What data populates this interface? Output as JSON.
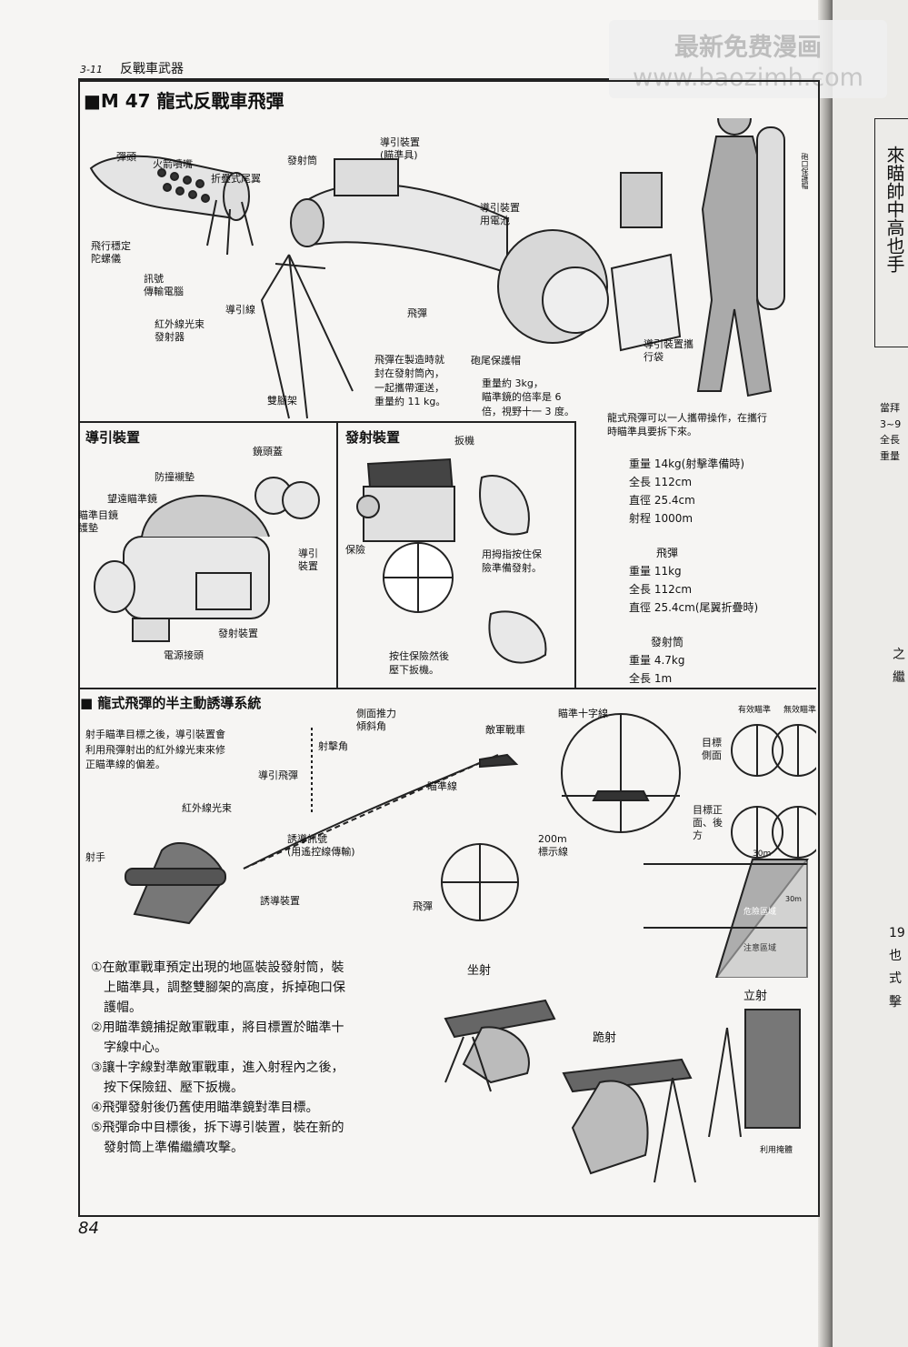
{
  "header": {
    "chapter": "3-11",
    "chapter_title": "反戰車武器"
  },
  "title": "■M 47 龍式反戰車飛彈",
  "watermark": {
    "line1": "最新免费漫画",
    "line2": "www.baozimh.com"
  },
  "top_labels": {
    "warhead": "彈頭",
    "rocket_nozzle": "火箭噴嘴",
    "folding_fin": "折疊式尾翼",
    "launcher": "發射筒",
    "guidance_unit": "導引裝置\n(瞄準具)",
    "guidance_battery": "導引裝置\n用電池",
    "gyro": "飛行穩定\n陀螺儀",
    "signal_computer": "訊號\n傳輸電腦",
    "guide_wire": "導引線",
    "ir_emitter": "紅外線光束\n發射器",
    "missile": "飛彈",
    "bipod": "雙腳架",
    "sealed_note": "飛彈在製造時就\n封在發射筒內，\n一起攜帶運送，\n重量約 11 kg。",
    "rear_cap": "砲尾保護帽",
    "weight_note": "重量約 3kg，\n瞄準鏡的倍率是 6\n倍，視野十一 3 度。",
    "carry_bag": "導引裝置攜\n行袋",
    "muzzle_cap": "砲口保護帽",
    "soldier_note": "龍式飛彈可以一人攜帶操作，在攜行\n時瞄準具要拆下來。"
  },
  "guidance_section": {
    "heading": "導引裝置",
    "labels": {
      "lens_cap": "鏡頭蓋",
      "shock_pad": "防撞襯墊",
      "telescope": "望遠瞄準鏡",
      "eyepiece": "瞄準目鏡\n護墊",
      "guide": "導引\n裝置",
      "fire_unit": "發射裝置",
      "power": "電源接頭"
    }
  },
  "firing_section": {
    "heading": "發射裝置",
    "labels": {
      "trigger": "扳機",
      "safety": "保險",
      "thumb_note": "用拇指按住保\n險準備發射。",
      "press_note": "按住保險然後\n壓下扳機。"
    }
  },
  "specs": {
    "whole": [
      "重量  14kg(射擊準備時)",
      "全長  112cm",
      "直徑  25.4cm",
      "射程  1000m"
    ],
    "missile_title": "飛彈",
    "missile": [
      "重量  11kg",
      "全長  112cm",
      "直徑  25.4cm(尾翼折疊時)"
    ],
    "launcher_title": "發射筒",
    "launcher": [
      "重量  4.7kg",
      "全長  1m"
    ]
  },
  "saclos_section": {
    "heading": "■ 龍式飛彈的半主動誘導系統",
    "intro": "射手瞄準目標之後，導引裝置會\n利用飛彈射出的紅外線光束來修\n正瞄準線的偏差。",
    "labels": {
      "elevation": "射擊角",
      "side_thrust": "側面推力\n傾斜角",
      "enemy_tank": "敵軍戰車",
      "reticle": "瞄準十字線",
      "eff_aim": "有效瞄準",
      "misaim": "無效瞄準",
      "guided_missile": "導引飛彈",
      "sight_line": "瞄準線",
      "ir_beam": "紅外線光束",
      "guide_signal": "誘導訊號\n(用遙控線傳輸)",
      "target_side": "目標\n側面",
      "target_front": "目標正\n面、後\n方",
      "gunner": "射手",
      "guide_unit": "誘導裝置",
      "marker_200m": "200m\n標示線",
      "missile": "飛彈",
      "dim_30m": "30m",
      "dim_30m_v": "30m",
      "danger": "危險區域",
      "caution": "注意區域"
    }
  },
  "steps": [
    "①在敵軍戰車預定出現的地區裝設發射筒，裝\n　上瞄準具，調整雙腳架的高度，拆掉砲口保\n　護帽。",
    "②用瞄準鏡捕捉敵軍戰車，將目標置於瞄準十\n　字線中心。",
    "③讓十字線對準敵軍戰車，進入射程內之後，\n　按下保險鈕、壓下扳機。",
    "④飛彈發射後仍舊使用瞄準鏡對準目標。",
    "⑤飛彈命中目標後，拆下導引裝置，裝在新的\n　發射筒上準備繼續攻擊。"
  ],
  "positions": {
    "sitting": "坐射",
    "kneeling": "跪射",
    "standing": "立射",
    "prop": "利用掩體"
  },
  "page_number": "84",
  "right_page": {
    "vertical_text": "來瞄帥中高也手",
    "note_lines": [
      "當拜",
      "3~9",
      "全長",
      "重量"
    ],
    "mid_chars": [
      "之",
      "繼"
    ],
    "lower_chars": [
      "19",
      "也",
      "式",
      "擊"
    ]
  }
}
